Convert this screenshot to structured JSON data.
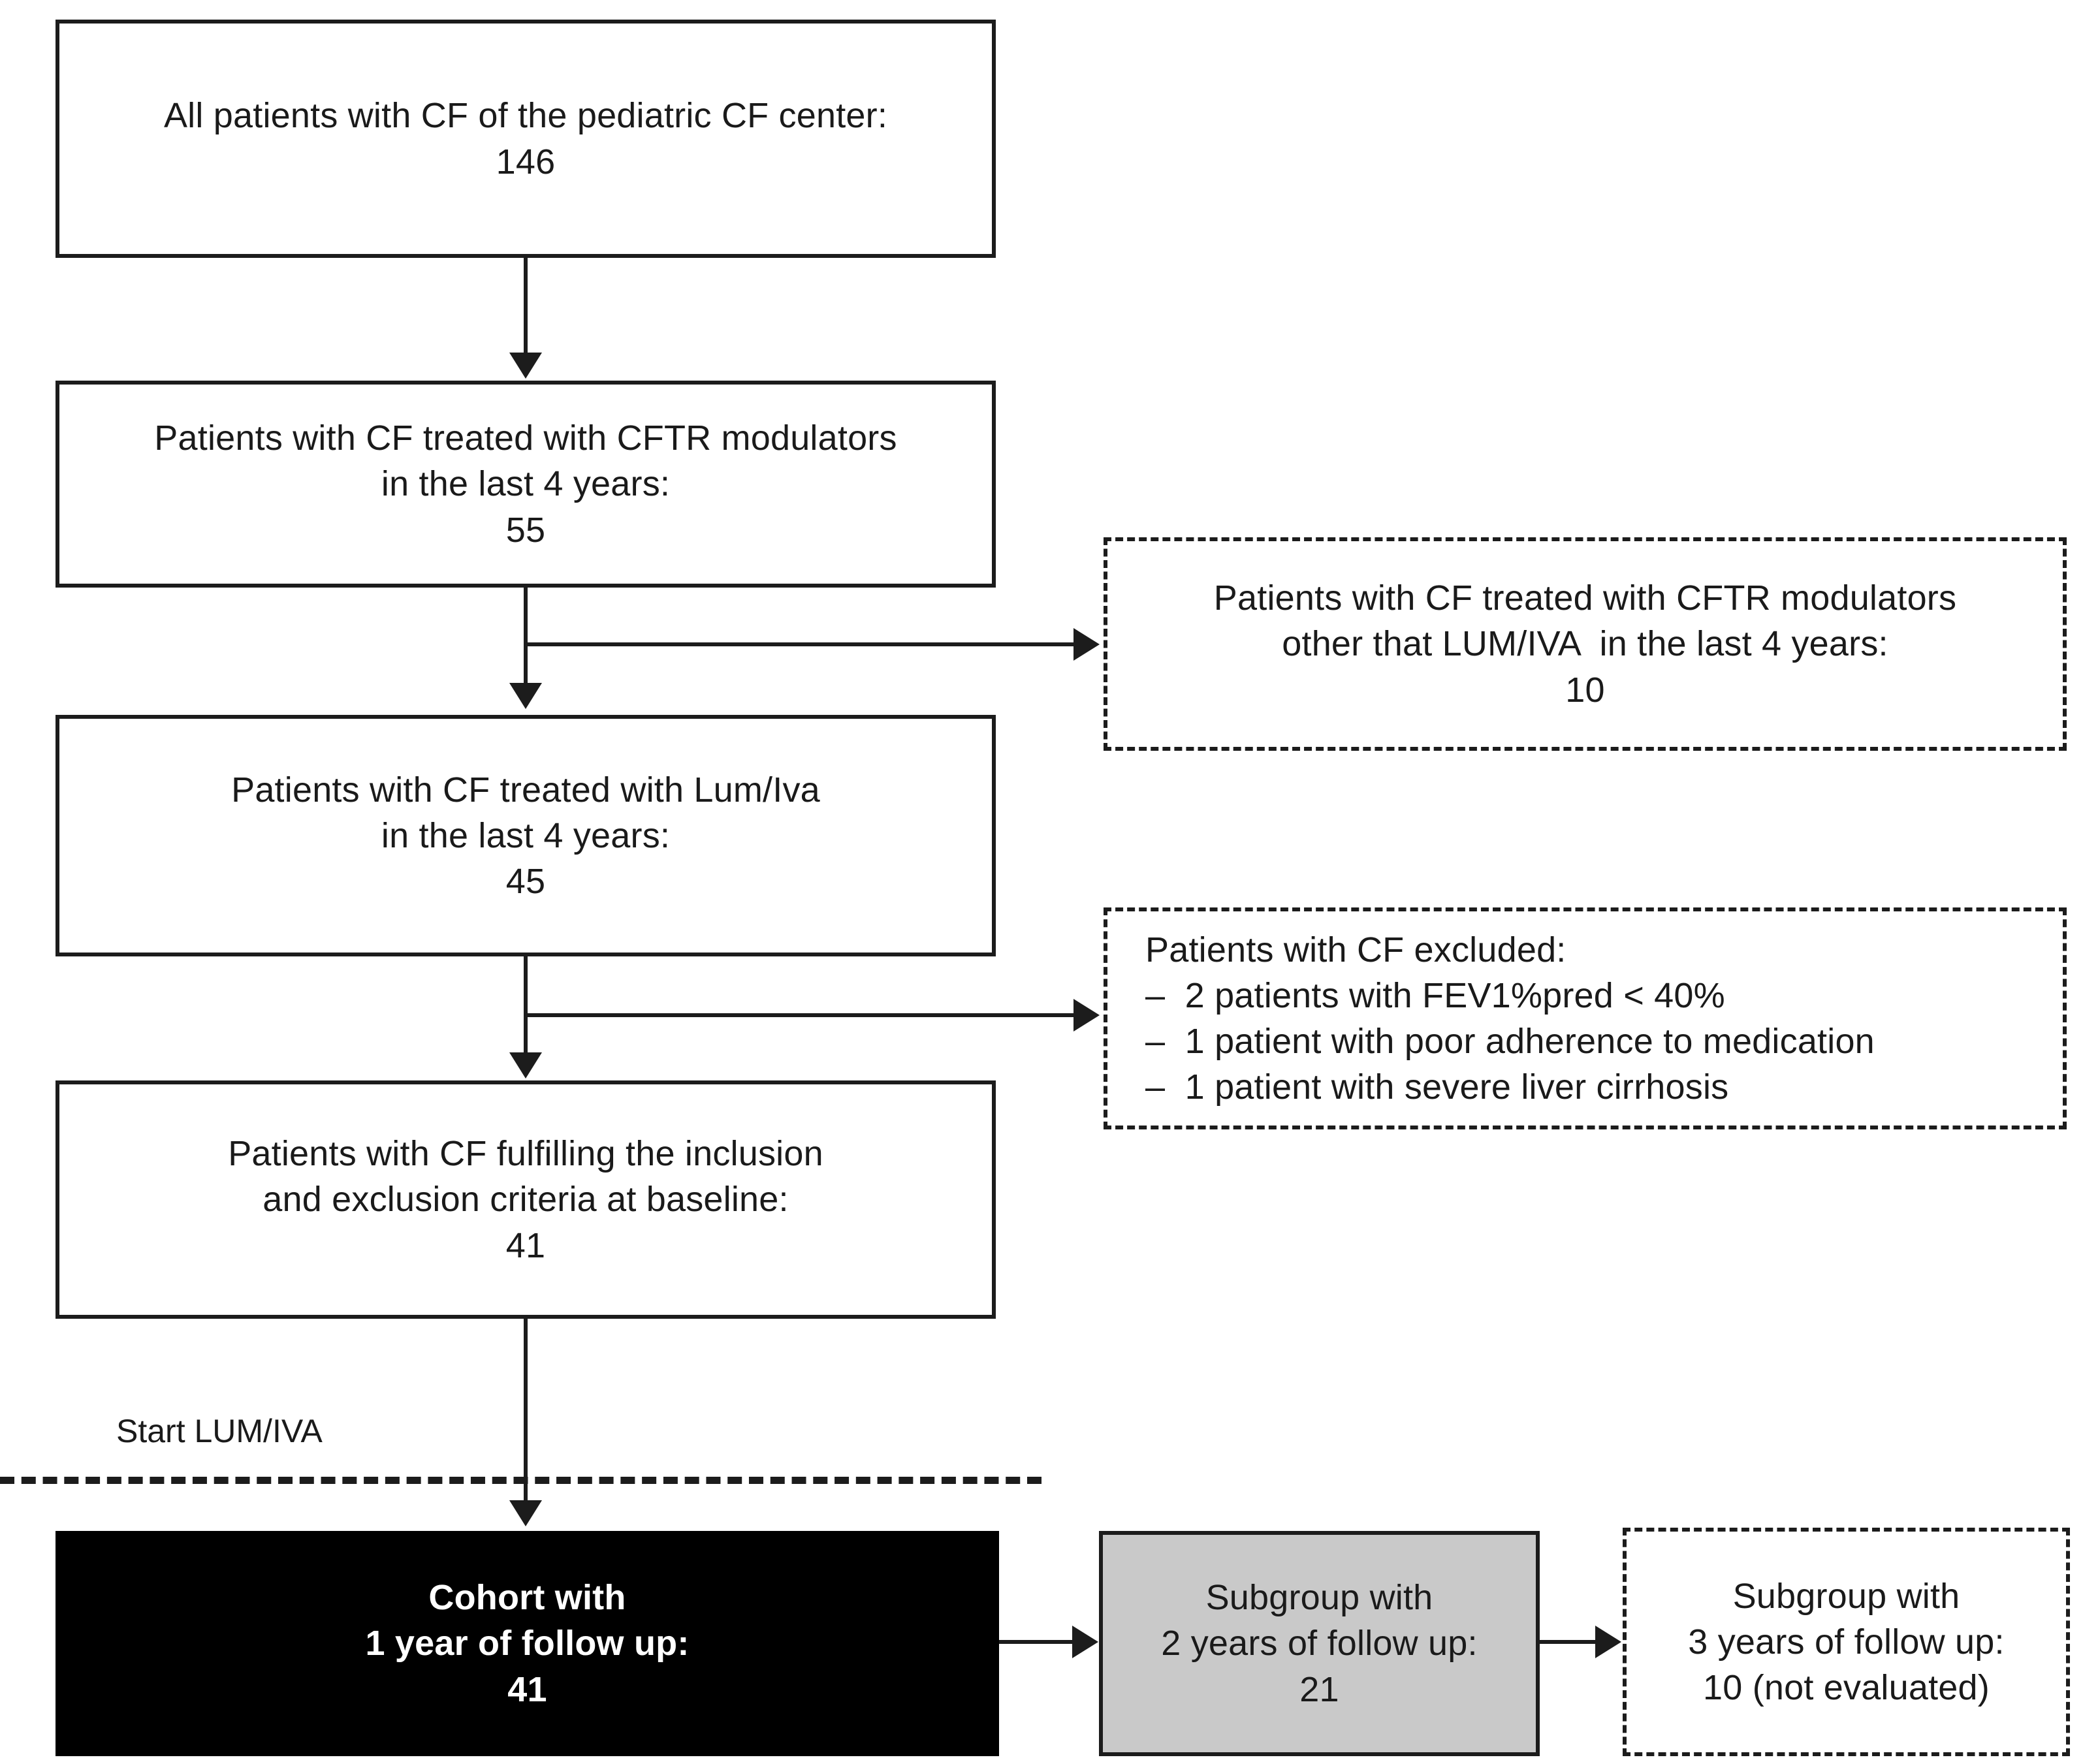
{
  "diagram": {
    "title": "CF patient cohort selection flow chart",
    "colors": {
      "stroke": "#1c1c1c",
      "cohort_fill": "#000000",
      "cohort_text": "#ffffff",
      "subgroup_fill": "#c9c9c9",
      "background": "#ffffff"
    },
    "nodes": {
      "all_patients": {
        "lines": [
          "All patients with CF of the pediatric CF center:",
          "146"
        ],
        "count": "146",
        "style": "solid"
      },
      "cftr_modulators": {
        "lines": [
          "Patients with CF treated with CFTR modulators",
          "in the last 4 years:",
          "55"
        ],
        "count": "55",
        "style": "solid"
      },
      "other_modulators_excluded": {
        "lines": [
          "Patients with CF treated with CFTR modulators",
          "other that LUM/IVA  in the last 4 years:",
          "10"
        ],
        "count": "10",
        "style": "dashed"
      },
      "lumiva_treated": {
        "lines": [
          "Patients with CF treated with Lum/Iva",
          "in the last 4 years:",
          "45"
        ],
        "count": "45",
        "style": "solid"
      },
      "patients_excluded": {
        "heading": "Patients with CF excluded:",
        "items": [
          "–  2 patients with FEV1%pred < 40%",
          "–  1 patient with poor adherence to medication",
          "–  1 patient with severe liver cirrhosis"
        ],
        "style": "dashed"
      },
      "inclusion_criteria": {
        "lines": [
          "Patients with CF fulfilling the inclusion",
          "and exclusion criteria at baseline:",
          "41"
        ],
        "count": "41",
        "style": "solid"
      },
      "cohort_1y": {
        "lines": [
          "Cohort with",
          "1 year of follow up:",
          "41"
        ],
        "count": "41",
        "style": "filled-black"
      },
      "subgroup_2y": {
        "lines": [
          "Subgroup with",
          "2 years of follow up:",
          "21"
        ],
        "count": "21",
        "style": "filled-gray"
      },
      "subgroup_3y": {
        "lines": [
          "Subgroup with",
          "3 years of follow up:",
          "10 (not evaluated)"
        ],
        "count": "10 (not evaluated)",
        "style": "dashed"
      }
    },
    "separator": {
      "label": "Start LUM/IVA"
    }
  }
}
